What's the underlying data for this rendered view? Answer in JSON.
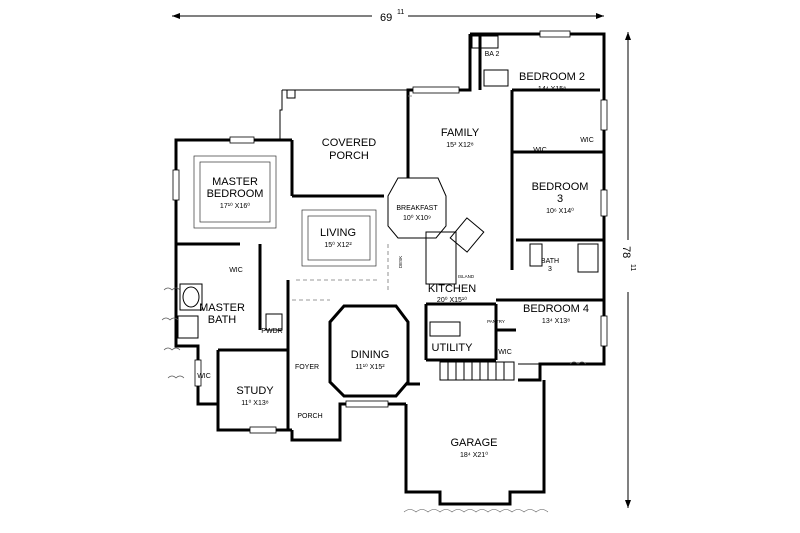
{
  "overall": {
    "width_value": "69",
    "width_sup": "11",
    "depth_value": "78",
    "depth_sup": "11"
  },
  "rooms": {
    "bedroom2": {
      "name": "BEDROOM 2",
      "dim": "14⁴ X15⁸"
    },
    "ba2": {
      "name": "BA 2"
    },
    "family": {
      "name": "FAMILY",
      "dim": "15³ X12⁸"
    },
    "covered_porch": {
      "line1": "COVERED",
      "line2": "PORCH"
    },
    "master_bedroom": {
      "line1": "MASTER",
      "line2": "BEDROOM",
      "dim": "17¹⁰ X16⁰"
    },
    "living": {
      "name": "LIVING",
      "dim": "15⁰ X12²"
    },
    "breakfast": {
      "name": "BREAKFAST",
      "dim": "10⁰ X10⁹"
    },
    "bedroom3": {
      "line1": "BEDROOM",
      "line2": "3",
      "dim": "10⁶ X14⁰"
    },
    "bath3": {
      "line1": "BATH",
      "line2": "3"
    },
    "kitchen": {
      "name": "KITCHEN",
      "dim": "20⁰ X15¹⁰"
    },
    "island": {
      "name": "ISLAND"
    },
    "master_bath": {
      "line1": "MASTER",
      "line2": "BATH"
    },
    "pwdr": {
      "name": "PWDR"
    },
    "dining": {
      "name": "DINING",
      "dim": "11¹⁰ X15²"
    },
    "foyer": {
      "name": "FOYER"
    },
    "utility": {
      "name": "UTILITY"
    },
    "pantry": {
      "name": "PANTRY"
    },
    "bedroom4": {
      "name": "BEDROOM 4",
      "dim": "13⁴ X13⁸"
    },
    "study": {
      "name": "STUDY",
      "dim": "11⁰ X13⁸"
    },
    "porch": {
      "name": "PORCH"
    },
    "garage": {
      "name": "GARAGE",
      "dim": "18⁴ X21⁰"
    },
    "desk": {
      "name": "DESK"
    }
  },
  "closets": {
    "wic_bed2": "WIC",
    "wic_bed3": "WIC",
    "wic_master": "WIC",
    "wic_master_bath": "WIC",
    "wic_bed4": "WIC"
  }
}
